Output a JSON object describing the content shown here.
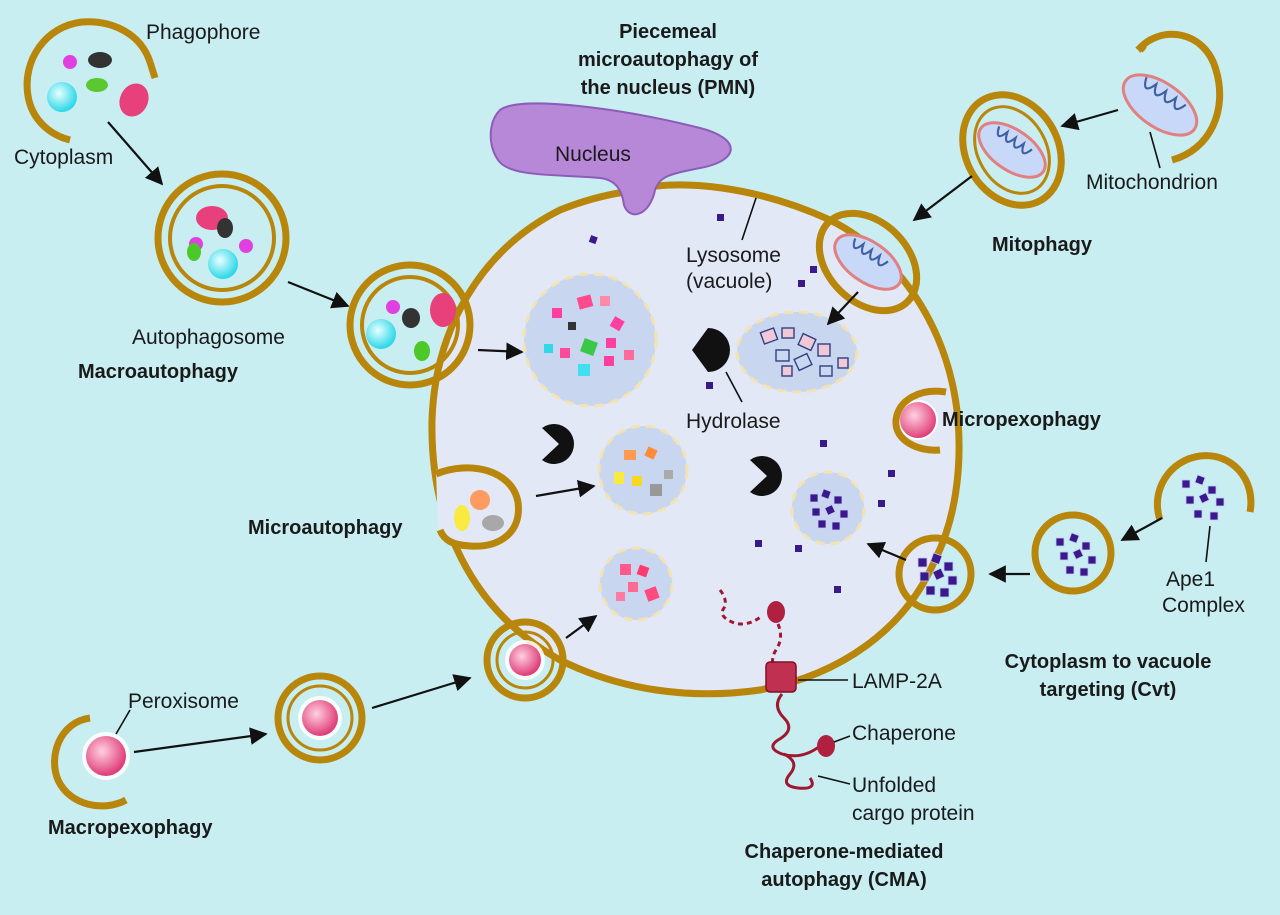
{
  "labels": {
    "phagophore": "Phagophore",
    "cytoplasm": "Cytoplasm",
    "autophagosome": "Autophagosome",
    "macroautophagy": "Macroautophagy",
    "pmn_line1": "Piecemeal",
    "pmn_line2": "microautophagy of",
    "pmn_line3": "the nucleus (PMN)",
    "nucleus": "Nucleus",
    "lysosome_line1": "Lysosome",
    "lysosome_line2": "(vacuole)",
    "hydrolase": "Hydrolase",
    "mitochondrion": "Mitochondrion",
    "mitophagy": "Mitophagy",
    "micropexophagy": "Micropexophagy",
    "microautophagy": "Microautophagy",
    "ape1_line1": "Ape1",
    "ape1_line2": "Complex",
    "cvt_line1": "Cytoplasm to vacuole",
    "cvt_line2": "targeting (Cvt)",
    "lamp2a": "LAMP-2A",
    "chaperone": "Chaperone",
    "unfolded_line1": "Unfolded",
    "unfolded_line2": "cargo protein",
    "cma_line1": "Chaperone-mediated",
    "cma_line2": "autophagy (CMA)",
    "peroxisome": "Peroxisome",
    "macropexophagy": "Macropexophagy"
  },
  "colors": {
    "background": "#c8eef2",
    "membrane": "#b8860b",
    "lysosome": "#e3e8f7",
    "nucleus": "#b888d8",
    "peroxisome": "#ea5a8a",
    "ape1": "#3a1a8a",
    "cma_protein": "#a01830"
  },
  "icons": [
    "hydrolase-pacman-icon",
    "mitochondrion-icon",
    "peroxisome-icon",
    "ape1-complex-icon"
  ]
}
